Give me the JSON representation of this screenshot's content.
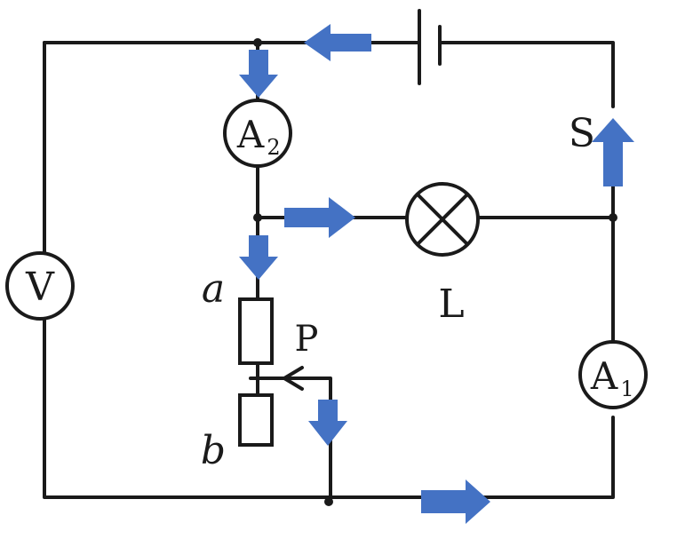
{
  "labels": {
    "voltmeter": "V",
    "ammeter_a2": "A",
    "ammeter_a2_sub": "2",
    "ammeter_a1": "A",
    "ammeter_a1_sub": "1",
    "lamp": "L",
    "switch": "S",
    "terminal_a": "a",
    "terminal_b": "b",
    "slider": "P"
  },
  "colors": {
    "wire": "#1a1a1a",
    "current_arrow": "#4472c4"
  },
  "current_arrows": [
    {
      "id": "top-wire",
      "direction": "left"
    },
    {
      "id": "into-a2",
      "direction": "down"
    },
    {
      "id": "toward-lamp",
      "direction": "right"
    },
    {
      "id": "into-rheostat",
      "direction": "down"
    },
    {
      "id": "from-slider",
      "direction": "down"
    },
    {
      "id": "bottom-wire",
      "direction": "right"
    },
    {
      "id": "through-switch",
      "direction": "up"
    }
  ]
}
